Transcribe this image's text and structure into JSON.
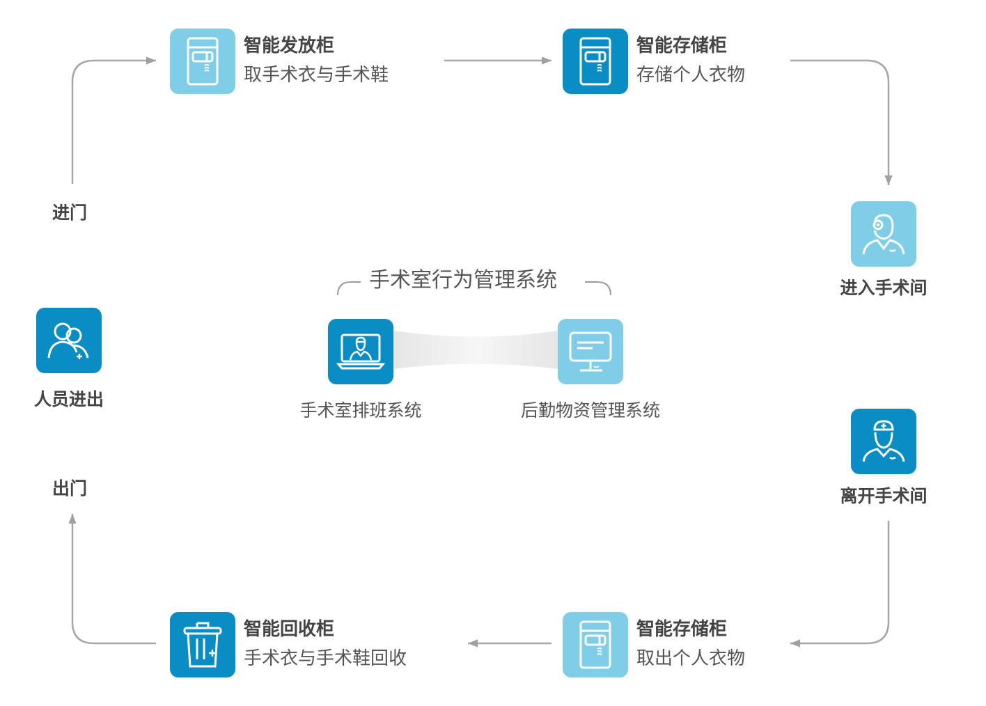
{
  "colors": {
    "dark_tile": "#0a8cc4",
    "light_tile": "#7fcde6",
    "arrow": "#a0a0a0",
    "text": "#555555"
  },
  "cabinets": {
    "dispense": {
      "title": "智能发放柜",
      "desc": "取手术衣与手术鞋",
      "icon": "cabinet-icon"
    },
    "storage_in": {
      "title": "智能存储柜",
      "desc": "存储个人衣物",
      "icon": "cabinet-icon"
    },
    "storage_out": {
      "title": "智能存储柜",
      "desc": "取出个人衣物",
      "icon": "cabinet-icon"
    },
    "recycle": {
      "title": "智能回收柜",
      "desc": "手术衣与手术鞋回收",
      "icon": "trash-bin-icon"
    }
  },
  "nodes": {
    "enter_door": "进门",
    "exit_door": "出门",
    "personnel": "人员进出",
    "enter_or": "进入手术间",
    "leave_or": "离开手术间"
  },
  "system": {
    "title": "手术室行为管理系统",
    "scheduling": "手术室排班系统",
    "logistics": "后勤物资管理系统"
  }
}
